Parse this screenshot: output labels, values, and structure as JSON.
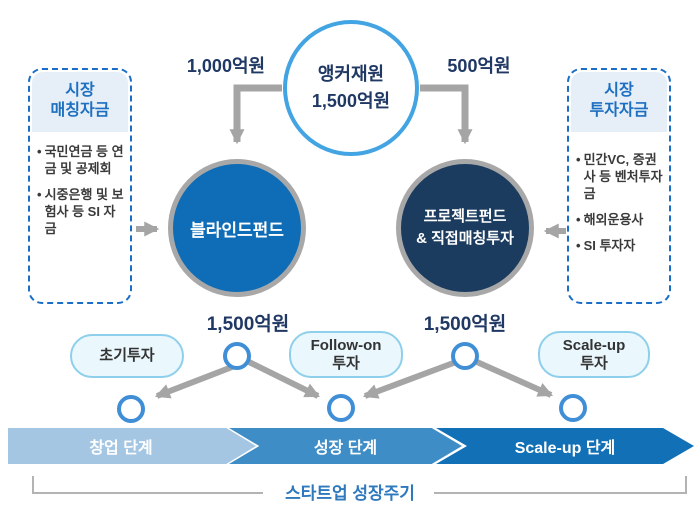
{
  "diagram": {
    "anchor_circle": {
      "line1": "앵커재원",
      "line2": "1,500억원"
    },
    "flow_left_label": "1,000억원",
    "flow_right_label": "500억원",
    "blind_fund": {
      "label": "블라인드펀드",
      "amount": "1,500억원"
    },
    "project_fund": {
      "line1": "프로젝트펀드",
      "line2": "& 직접매칭투자",
      "amount": "1,500억원"
    },
    "left_panel": {
      "title1": "시장",
      "title2": "매칭자금",
      "bullets": [
        "국민연금 등 연금 및 공제회",
        "시중은행 및 보험사 등 SI 자금"
      ]
    },
    "right_panel": {
      "title1": "시장",
      "title2": "투자자금",
      "bullets": [
        "민간VC, 증권사 등 벤처투자금",
        "해외운용사",
        "SI 투자자"
      ]
    },
    "pills": [
      {
        "line1": "초기투자",
        "line2": ""
      },
      {
        "line1": "Follow-on",
        "line2": "투자"
      },
      {
        "line1": "Scale-up",
        "line2": "투자"
      }
    ],
    "stages": [
      "창업 단계",
      "성장 단계",
      "Scale-up 단계"
    ],
    "footer": "스타트업 성장주기",
    "colors": {
      "anchor_border": "#42a4e2",
      "blind_fund_fill": "#0e6db6",
      "project_fund_fill": "#1b3c5f",
      "arrow_gray": "#a5a5a5",
      "panel_dashed_border": "#1b6ec8",
      "panel_header_bg": "#e6eff8",
      "panel_header_text": "#1d6fc0",
      "amount_text": "#203864",
      "pill_bg": "#eaf7fd",
      "pill_border": "#8ecfeb",
      "node_ring": "#3f8ed6",
      "stage_colors": [
        "#a5c6e2",
        "#3f8dc6",
        "#1170b6"
      ],
      "footer_text": "#2e78be"
    }
  }
}
